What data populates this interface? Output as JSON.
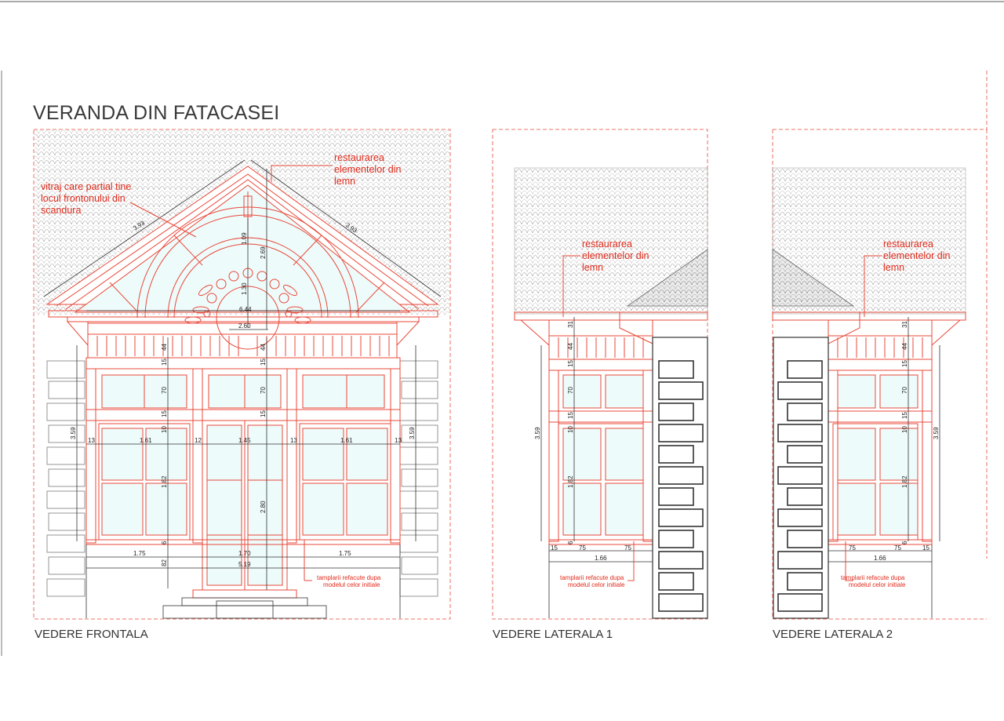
{
  "title": "VERANDA DIN FATACASEI",
  "views": {
    "front": {
      "caption": "VEDERE FRONTALA",
      "notes": {
        "vitraj": [
          "vitraj care partial tine",
          "locul frontonului din",
          "scandura"
        ],
        "restaurarea": [
          "restaurarea",
          "elementelor din",
          "lemn"
        ],
        "tamplarii": [
          "tamplarii refacute dupa",
          "modelul celor initiale"
        ]
      },
      "dims": {
        "slope_left": "3.93",
        "slope_right": "3.93",
        "d109": "1.09",
        "d269": "2.69",
        "d130": "1.30",
        "d644": "6.44",
        "d260": "2.60",
        "d44a": "44",
        "d44b": "44",
        "d15a": "15",
        "d15b": "15",
        "d70a": "70",
        "d70b": "70",
        "d15c": "15",
        "d15d": "15",
        "d10": "10",
        "d359l": "3.59",
        "d359r": "3.59",
        "w13a": "13",
        "w161a": "1.61",
        "w12": "12",
        "w145": "1.45",
        "w13b": "13",
        "w161b": "1.61",
        "w13c": "13",
        "d182": "1.82",
        "d280": "2.80",
        "d6": "6",
        "d82": "82",
        "w175a": "1.75",
        "w170": "1.70",
        "w175b": "1.75",
        "w519": "5.19"
      }
    },
    "side1": {
      "caption": "VEDERE LATERALA 1",
      "notes": {
        "restaurarea": [
          "restaurarea",
          "elementelor din",
          "lemn"
        ],
        "tamplarii": [
          "tamplarii refacute dupa",
          "modelul celor initiale"
        ]
      },
      "dims": {
        "d31": "31",
        "d44": "44",
        "d15a": "15",
        "d70": "70",
        "d15b": "15",
        "d10": "10",
        "d359": "3.59",
        "d182": "1.82",
        "d6": "6",
        "w15": "15",
        "w75a": "75",
        "w75b": "75",
        "w166": "1.66"
      }
    },
    "side2": {
      "caption": "VEDERE LATERALA 2",
      "notes": {
        "restaurarea": [
          "restaurarea",
          "elementelor din",
          "lemn"
        ],
        "tamplarii": [
          "tamplarii refacute dupa",
          "modelul celor initiale"
        ]
      },
      "dims": {
        "d31": "31",
        "d44": "44",
        "d15a": "15",
        "d70": "70",
        "d15b": "15",
        "d10": "10",
        "d359": "3.59",
        "d182": "1.82",
        "d6": "6",
        "w75a": "75",
        "w75b": "75",
        "w15": "15",
        "w166": "1.66"
      }
    }
  }
}
